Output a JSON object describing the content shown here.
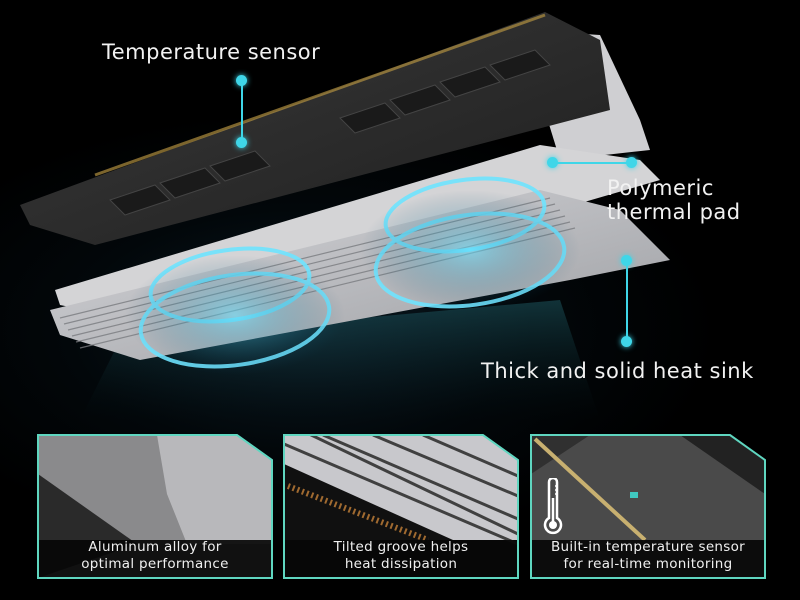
{
  "callouts": {
    "temperature_sensor": "Temperature sensor",
    "thermal_pad_line1": "Polymeric",
    "thermal_pad_line2": "thermal pad",
    "heat_sink": "Thick and solid heat sink"
  },
  "colors": {
    "accent": "#3fd6e8",
    "card_border": "#5fd6c0",
    "background": "#000000"
  },
  "cards": [
    {
      "line1": "Aluminum alloy for",
      "line2": "optimal performance"
    },
    {
      "line1": "Tilted groove helps",
      "line2": "heat dissipation"
    },
    {
      "line1": "Built-in temperature sensor",
      "line2": "for real-time monitoring",
      "icon": "thermometer-icon"
    }
  ]
}
